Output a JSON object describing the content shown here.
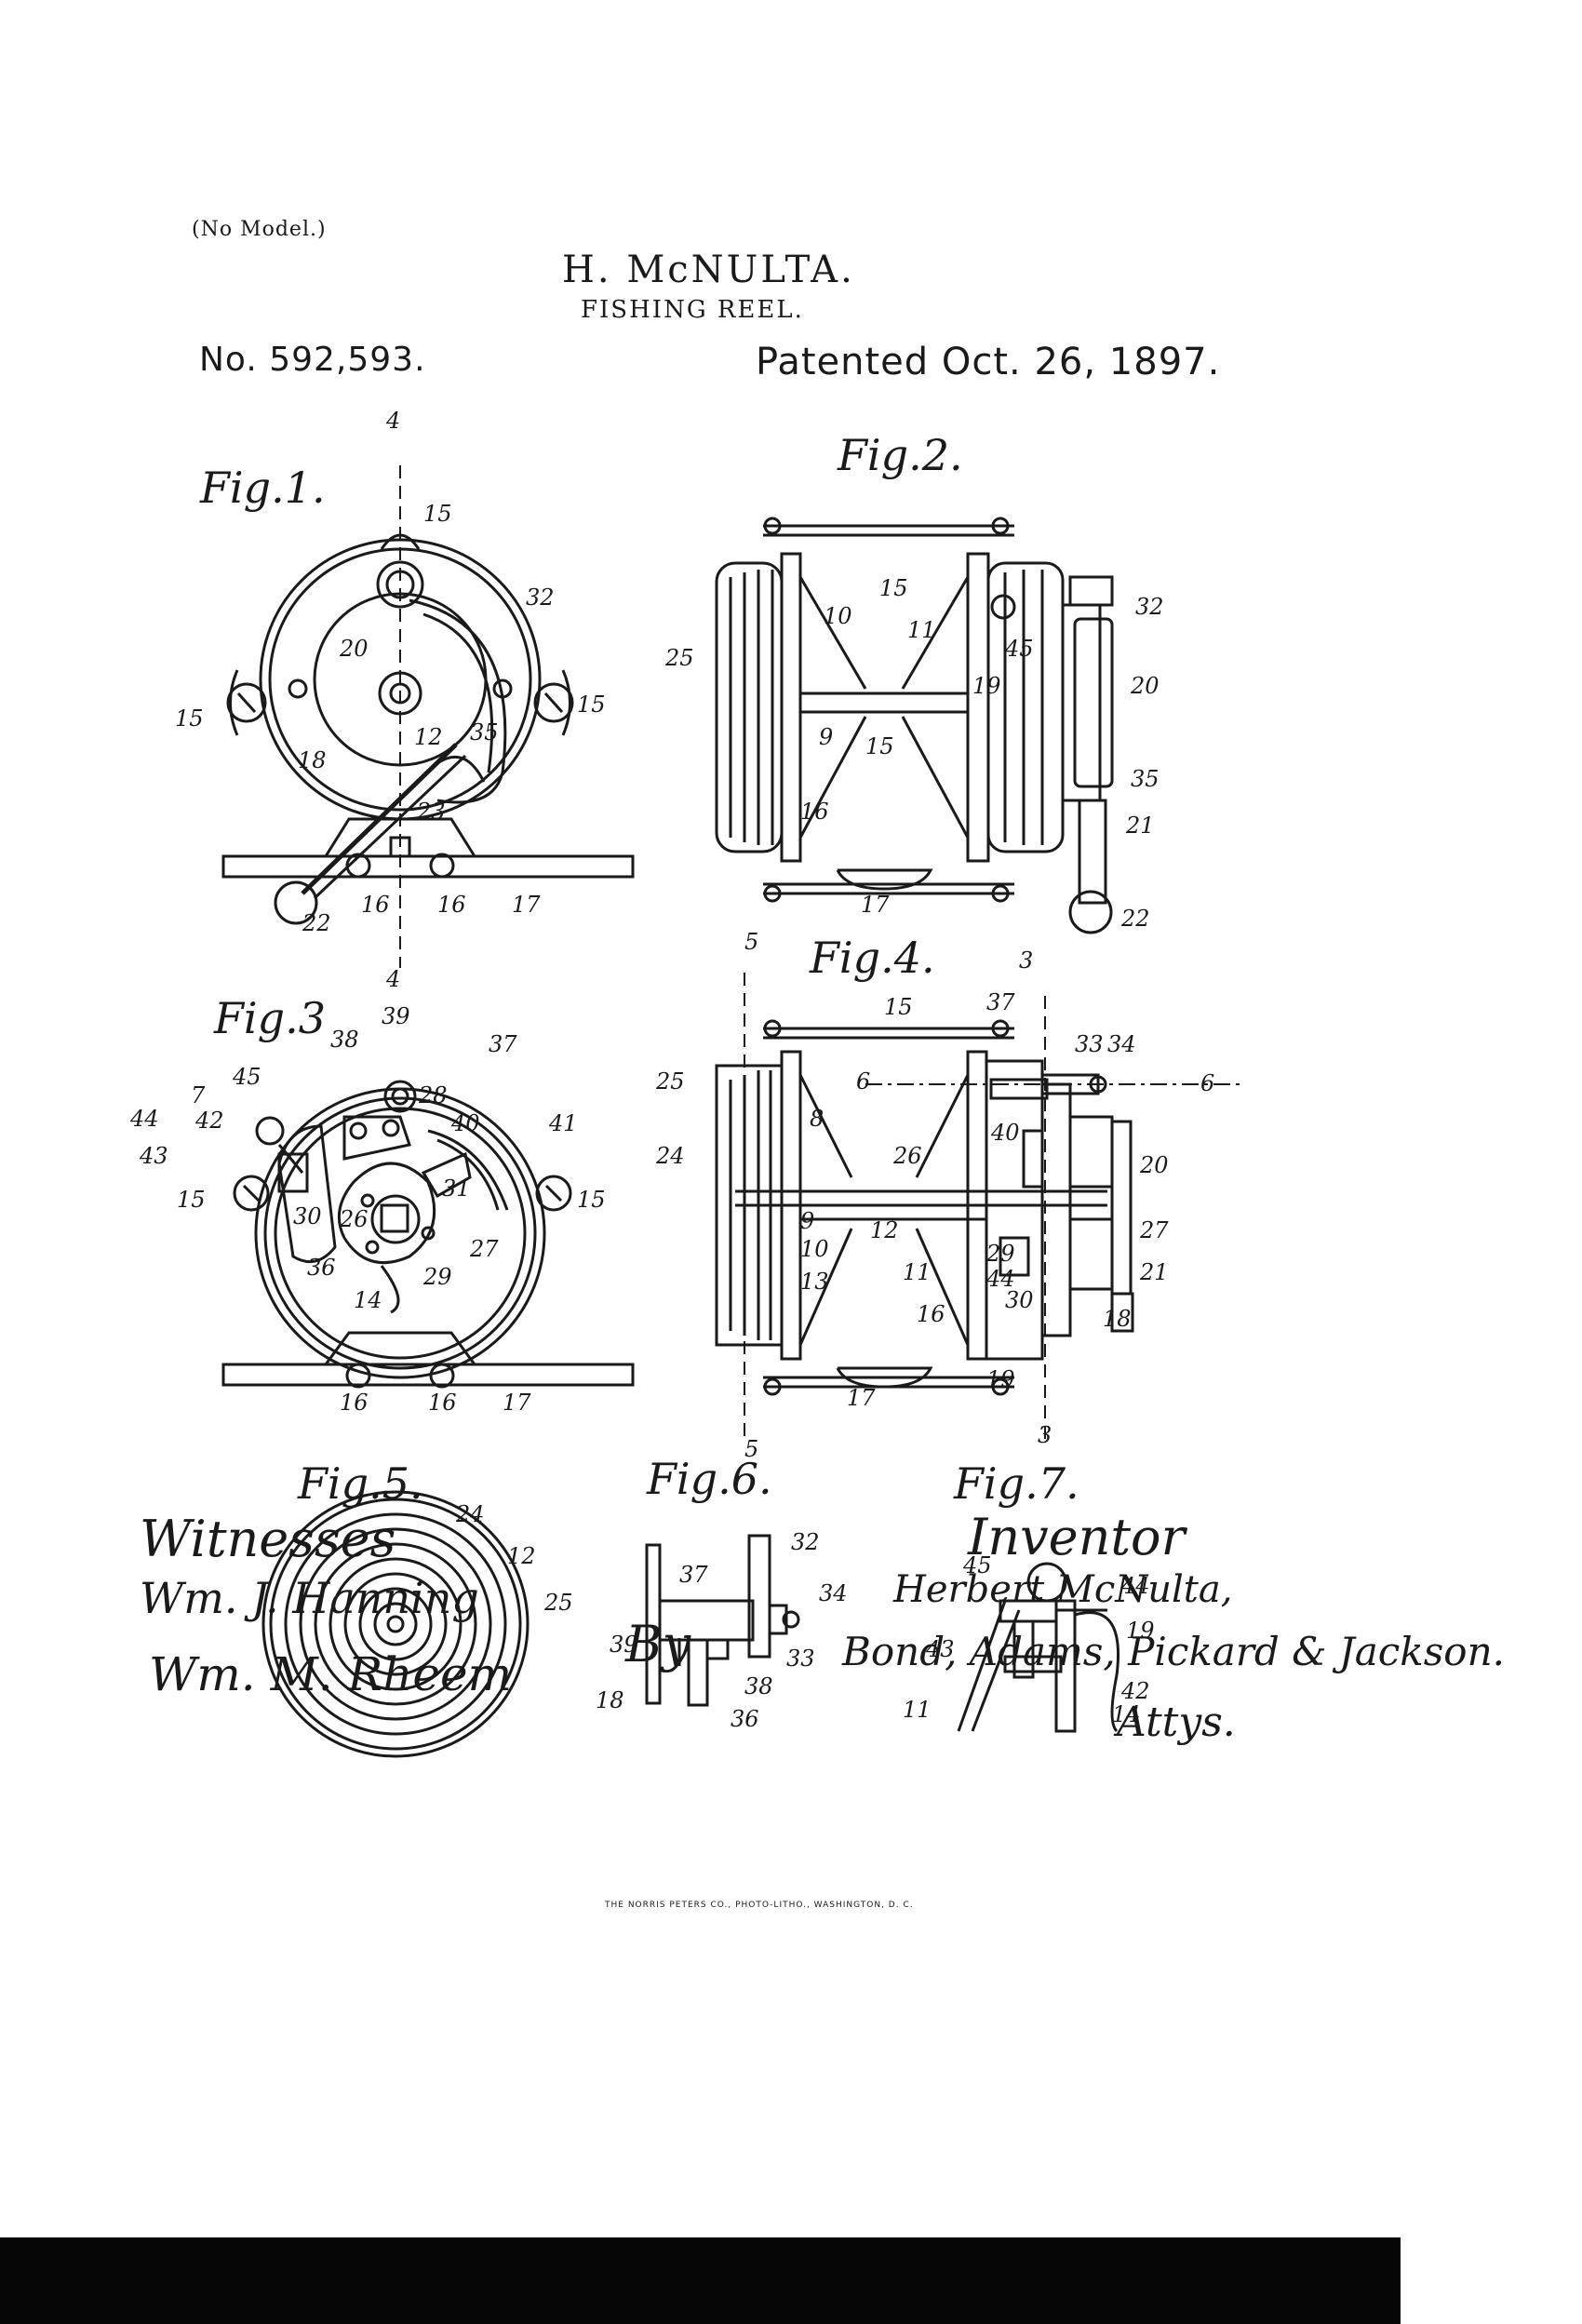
{
  "header": {
    "no_model": "(No Model.)",
    "inventor": "H. McNULTA.",
    "title": "FISHING REEL.",
    "patent_number": "No. 592,593.",
    "patent_date": "Patented Oct. 26, 1897."
  },
  "figures": {
    "fig1": "Fig.1.",
    "fig2": "Fig.2.",
    "fig3": "Fig.3",
    "fig4": "Fig.4.",
    "fig5": "Fig.5.",
    "fig6": "Fig.6.",
    "fig7": "Fig.7."
  },
  "signatures": {
    "witnesses_label": "Witnesses",
    "witness_1": "Wm. J. Hanning",
    "witness_2": "Wm. M. Rheem",
    "by_label": "By",
    "inventor_label": "Inventor",
    "inventor_name": "Herbert McNulta,",
    "attorneys": "Bond, Adams, Pickard & Jackson.",
    "attorneys_label": "Attys."
  },
  "footer": {
    "printer": "THE NORRIS PETERS CO., PHOTO-LITHO., WASHINGTON, D. C."
  },
  "reference_numerals": {
    "fig1": [
      "4",
      "15",
      "32",
      "20",
      "15",
      "12",
      "35",
      "15",
      "18",
      "23",
      "22",
      "16",
      "16",
      "17",
      "4"
    ],
    "fig2": [
      "15",
      "10",
      "11",
      "45",
      "32",
      "25",
      "19",
      "20",
      "9",
      "15",
      "35",
      "16",
      "21",
      "17",
      "22"
    ],
    "fig3": [
      "39",
      "38",
      "37",
      "45",
      "7",
      "28",
      "40",
      "41",
      "44",
      "42",
      "43",
      "15",
      "31",
      "15",
      "30",
      "26",
      "36",
      "29",
      "27",
      "14",
      "16",
      "16",
      "17"
    ],
    "fig4": [
      "5",
      "3",
      "15",
      "37",
      "33",
      "34",
      "6",
      "6",
      "25",
      "8",
      "40",
      "24",
      "26",
      "20",
      "9",
      "12",
      "27",
      "10",
      "29",
      "21",
      "13",
      "11",
      "44",
      "30",
      "18",
      "16",
      "19",
      "17",
      "5",
      "3"
    ],
    "fig5": [
      "24",
      "12",
      "25"
    ],
    "fig6": [
      "32",
      "37",
      "34",
      "39",
      "33",
      "38",
      "18",
      "36"
    ],
    "fig7": [
      "45",
      "44",
      "19",
      "43",
      "42",
      "11",
      "14"
    ]
  }
}
